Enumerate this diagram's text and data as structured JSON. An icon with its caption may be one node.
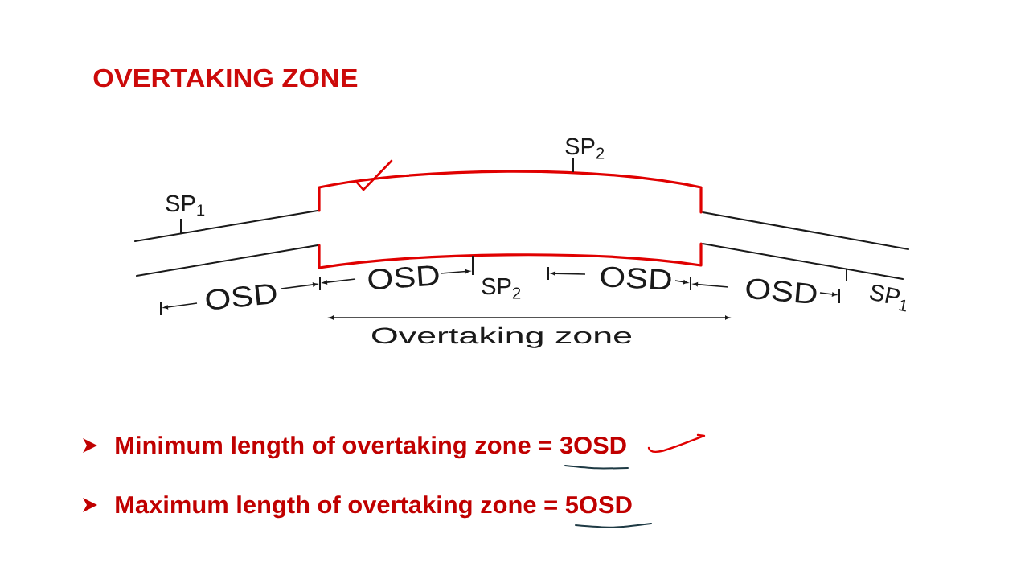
{
  "diagram": {
    "title": "OVERTAKING ZONE",
    "labels": [
      "SP$_{2}$",
      "SP$_{1}$",
      "OSD",
      "OSD",
      "SP$_{2}$",
      "OSD",
      "OSD",
      "SP$_{1}$",
      "Overtaking zone",
      "Minimum length of overtaking zone = 3OSD",
      "Maximum length of overtaking zone = 5OSD"
    ]
  }
}
